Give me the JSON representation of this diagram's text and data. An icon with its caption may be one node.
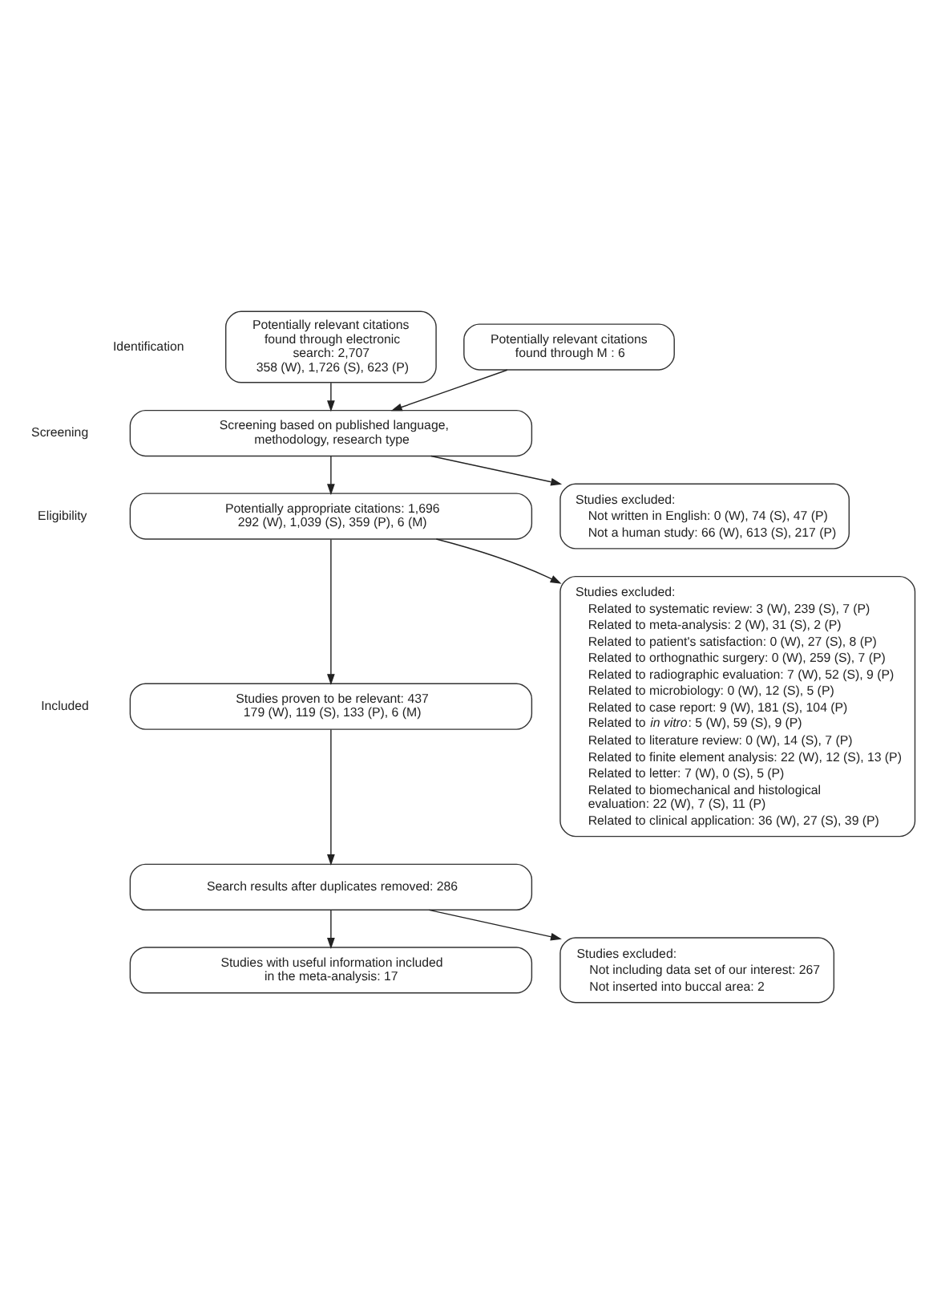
{
  "diagram": {
    "nodes": [
      {
        "text": [
          "Potentially relevant citations found through electronic search: 2,707",
          "358 (W), 1,726 (S), 623 (P)"
        ]
      },
      {
        "text": [
          "Potentially relevant citations found through M : 6"
        ]
      },
      {
        "text": [
          "Screening based on published language, methodology, research type"
        ]
      },
      {
        "text": [
          "Studies excluded:",
          "Not written in English: 0 (W), 74 (S), 47 (P)",
          "Not a human study: 66 (W), 613 (S), 217 (P)"
        ]
      },
      {
        "text": [
          "Potentially appropriate citations: 1,696",
          "292 (W), 1,039 (S), 359 (P), 6 (M)"
        ]
      },
      {
        "text": [
          "Studies excluded:",
          "Related to systematic review: 3 (W), 239 (S), 7 (P)",
          "Related to meta-analysis: 2 (W), 31 (S), 2 (P)",
          "Related to patient's satisfaction: 0 (W), 27 (S), 8 (P)",
          "Related to orthognathic surgery: 0 (W), 259 (S), 7 (P)",
          "Related to radiographic evaluation: 7 (W), 52 (S), 9 (P)",
          "Related to microbiology: 0 (W), 12 (S), 5 (P)",
          "Related to case report: 9 (W), 181 (S), 104 (P)",
          "Related to *in vitro*: 5 (W), 59 (S), 9 (P)",
          "Related to literature review: 0 (W), 14 (S), 7 (P)",
          "Related to finite element analysis: 22 (W), 12 (S), 13 (P)",
          "Related to letter: 7 (W), 0 (S), 5 (P)",
          "Related to biomechanical and histological evaluation: 22 (W), 7 (S), 11 (P)",
          "Related to clinical application: 36 (W), 27 (S), 39 (P)"
        ]
      },
      {
        "text": [
          "Studies proven to be relevant: 437",
          "179 (W), 119 (S), 133 (P), 6 (M)"
        ]
      },
      {
        "text": [
          "Search results after duplicates removed: 286"
        ]
      },
      {
        "text": [
          "Studies excluded:",
          "Not including data set of our interest: 267",
          "Not inserted into buccal area: 2"
        ]
      },
      {
        "text": [
          "Studies with useful information included in the meta-analysis: 17"
        ]
      }
    ],
    "edges": [
      {
        "from": 0,
        "to": 2,
        "arrow": "to"
      },
      {
        "from": 1,
        "to": 2,
        "arrow": "to"
      },
      {
        "from": 2,
        "to": 4,
        "arrow": "to"
      },
      {
        "from": 2,
        "to": 3,
        "arrow": "to"
      },
      {
        "from": 4,
        "to": 6,
        "arrow": "to"
      },
      {
        "from": 4,
        "to": 5,
        "arrow": "to"
      },
      {
        "from": 6,
        "to": 7,
        "arrow": "to"
      },
      {
        "from": 7,
        "to": 9,
        "arrow": "to"
      },
      {
        "from": 7,
        "to": 8,
        "arrow": "to"
      }
    ],
    "labels": [
      "Identification",
      "Screening",
      "Eligibility",
      "Included"
    ]
  }
}
